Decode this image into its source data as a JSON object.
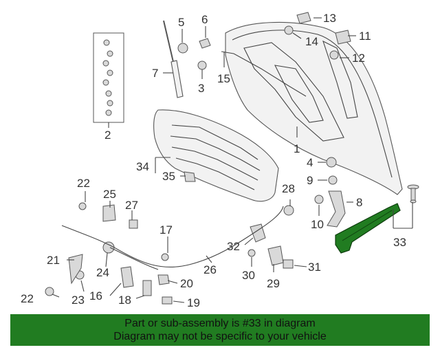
{
  "callouts": {
    "c1": "1",
    "c2": "2",
    "c3": "3",
    "c4": "4",
    "c5": "5",
    "c6": "6",
    "c7": "7",
    "c8": "8",
    "c9": "9",
    "c10": "10",
    "c11": "11",
    "c12": "12",
    "c13": "13",
    "c14": "14",
    "c15": "15",
    "c16": "16",
    "c17": "17",
    "c18": "18",
    "c19": "19",
    "c20": "20",
    "c21": "21",
    "c22a": "22",
    "c22b": "22",
    "c23": "23",
    "c24": "24",
    "c25": "25",
    "c26": "26",
    "c27": "27",
    "c28": "28",
    "c29": "29",
    "c30": "30",
    "c31": "31",
    "c32": "32",
    "c33": "33",
    "c34": "34",
    "c35": "35"
  },
  "banner": {
    "line1": "Part or sub-assembly is #33 in diagram",
    "line2": "Diagram may not be specific to your vehicle",
    "color": "#217c21"
  },
  "highlight_color": "#217c21"
}
